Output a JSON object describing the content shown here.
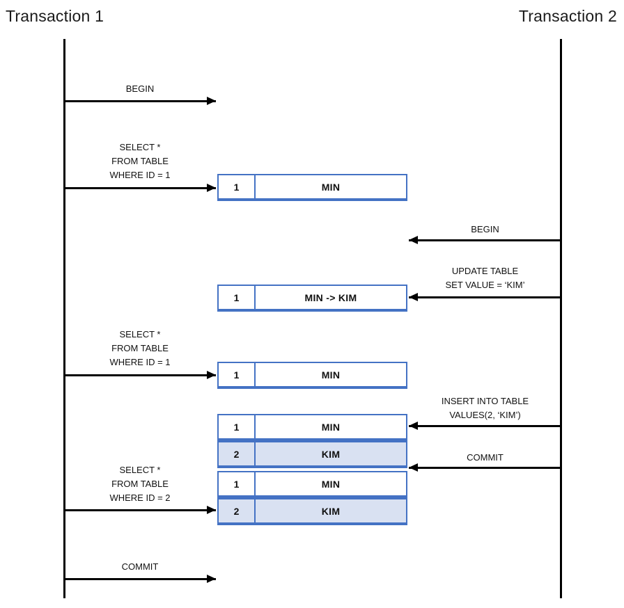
{
  "titles": {
    "left": "Transaction 1",
    "right": "Transaction 2"
  },
  "colors": {
    "table_border": "#4472C4",
    "row_highlight": "#D9E1F2",
    "line": "#000000"
  },
  "messages": [
    {
      "from": "transaction-1",
      "direction": "right",
      "lines": [
        "BEGIN"
      ]
    },
    {
      "from": "transaction-1",
      "direction": "right",
      "lines": [
        "SELECT *",
        "FROM TABLE",
        "WHERE ID = 1"
      ]
    },
    {
      "from": "transaction-2",
      "direction": "left",
      "lines": [
        "BEGIN"
      ]
    },
    {
      "from": "transaction-2",
      "direction": "left",
      "lines": [
        "UPDATE TABLE",
        "SET VALUE = ‘KIM’"
      ]
    },
    {
      "from": "transaction-1",
      "direction": "right",
      "lines": [
        "SELECT *",
        "FROM TABLE",
        "WHERE ID = 1"
      ]
    },
    {
      "from": "transaction-2",
      "direction": "left",
      "lines": [
        "INSERT INTO TABLE",
        "VALUES(2, ‘KIM’)"
      ]
    },
    {
      "from": "transaction-2",
      "direction": "left",
      "lines": [
        "COMMIT"
      ]
    },
    {
      "from": "transaction-1",
      "direction": "right",
      "lines": [
        "SELECT *",
        "FROM TABLE",
        "WHERE ID = 2"
      ]
    },
    {
      "from": "transaction-1",
      "direction": "right",
      "lines": [
        "COMMIT"
      ]
    }
  ],
  "tables": [
    {
      "rows": [
        {
          "id": "1",
          "value": "MIN",
          "highlighted": false
        }
      ]
    },
    {
      "rows": [
        {
          "id": "1",
          "value": "MIN -> KIM",
          "highlighted": false
        }
      ]
    },
    {
      "rows": [
        {
          "id": "1",
          "value": "MIN",
          "highlighted": false
        }
      ]
    },
    {
      "rows": [
        {
          "id": "1",
          "value": "MIN",
          "highlighted": false
        },
        {
          "id": "2",
          "value": "KIM",
          "highlighted": true
        }
      ]
    },
    {
      "rows": [
        {
          "id": "1",
          "value": "MIN",
          "highlighted": false
        },
        {
          "id": "2",
          "value": "KIM",
          "highlighted": true
        }
      ]
    }
  ]
}
